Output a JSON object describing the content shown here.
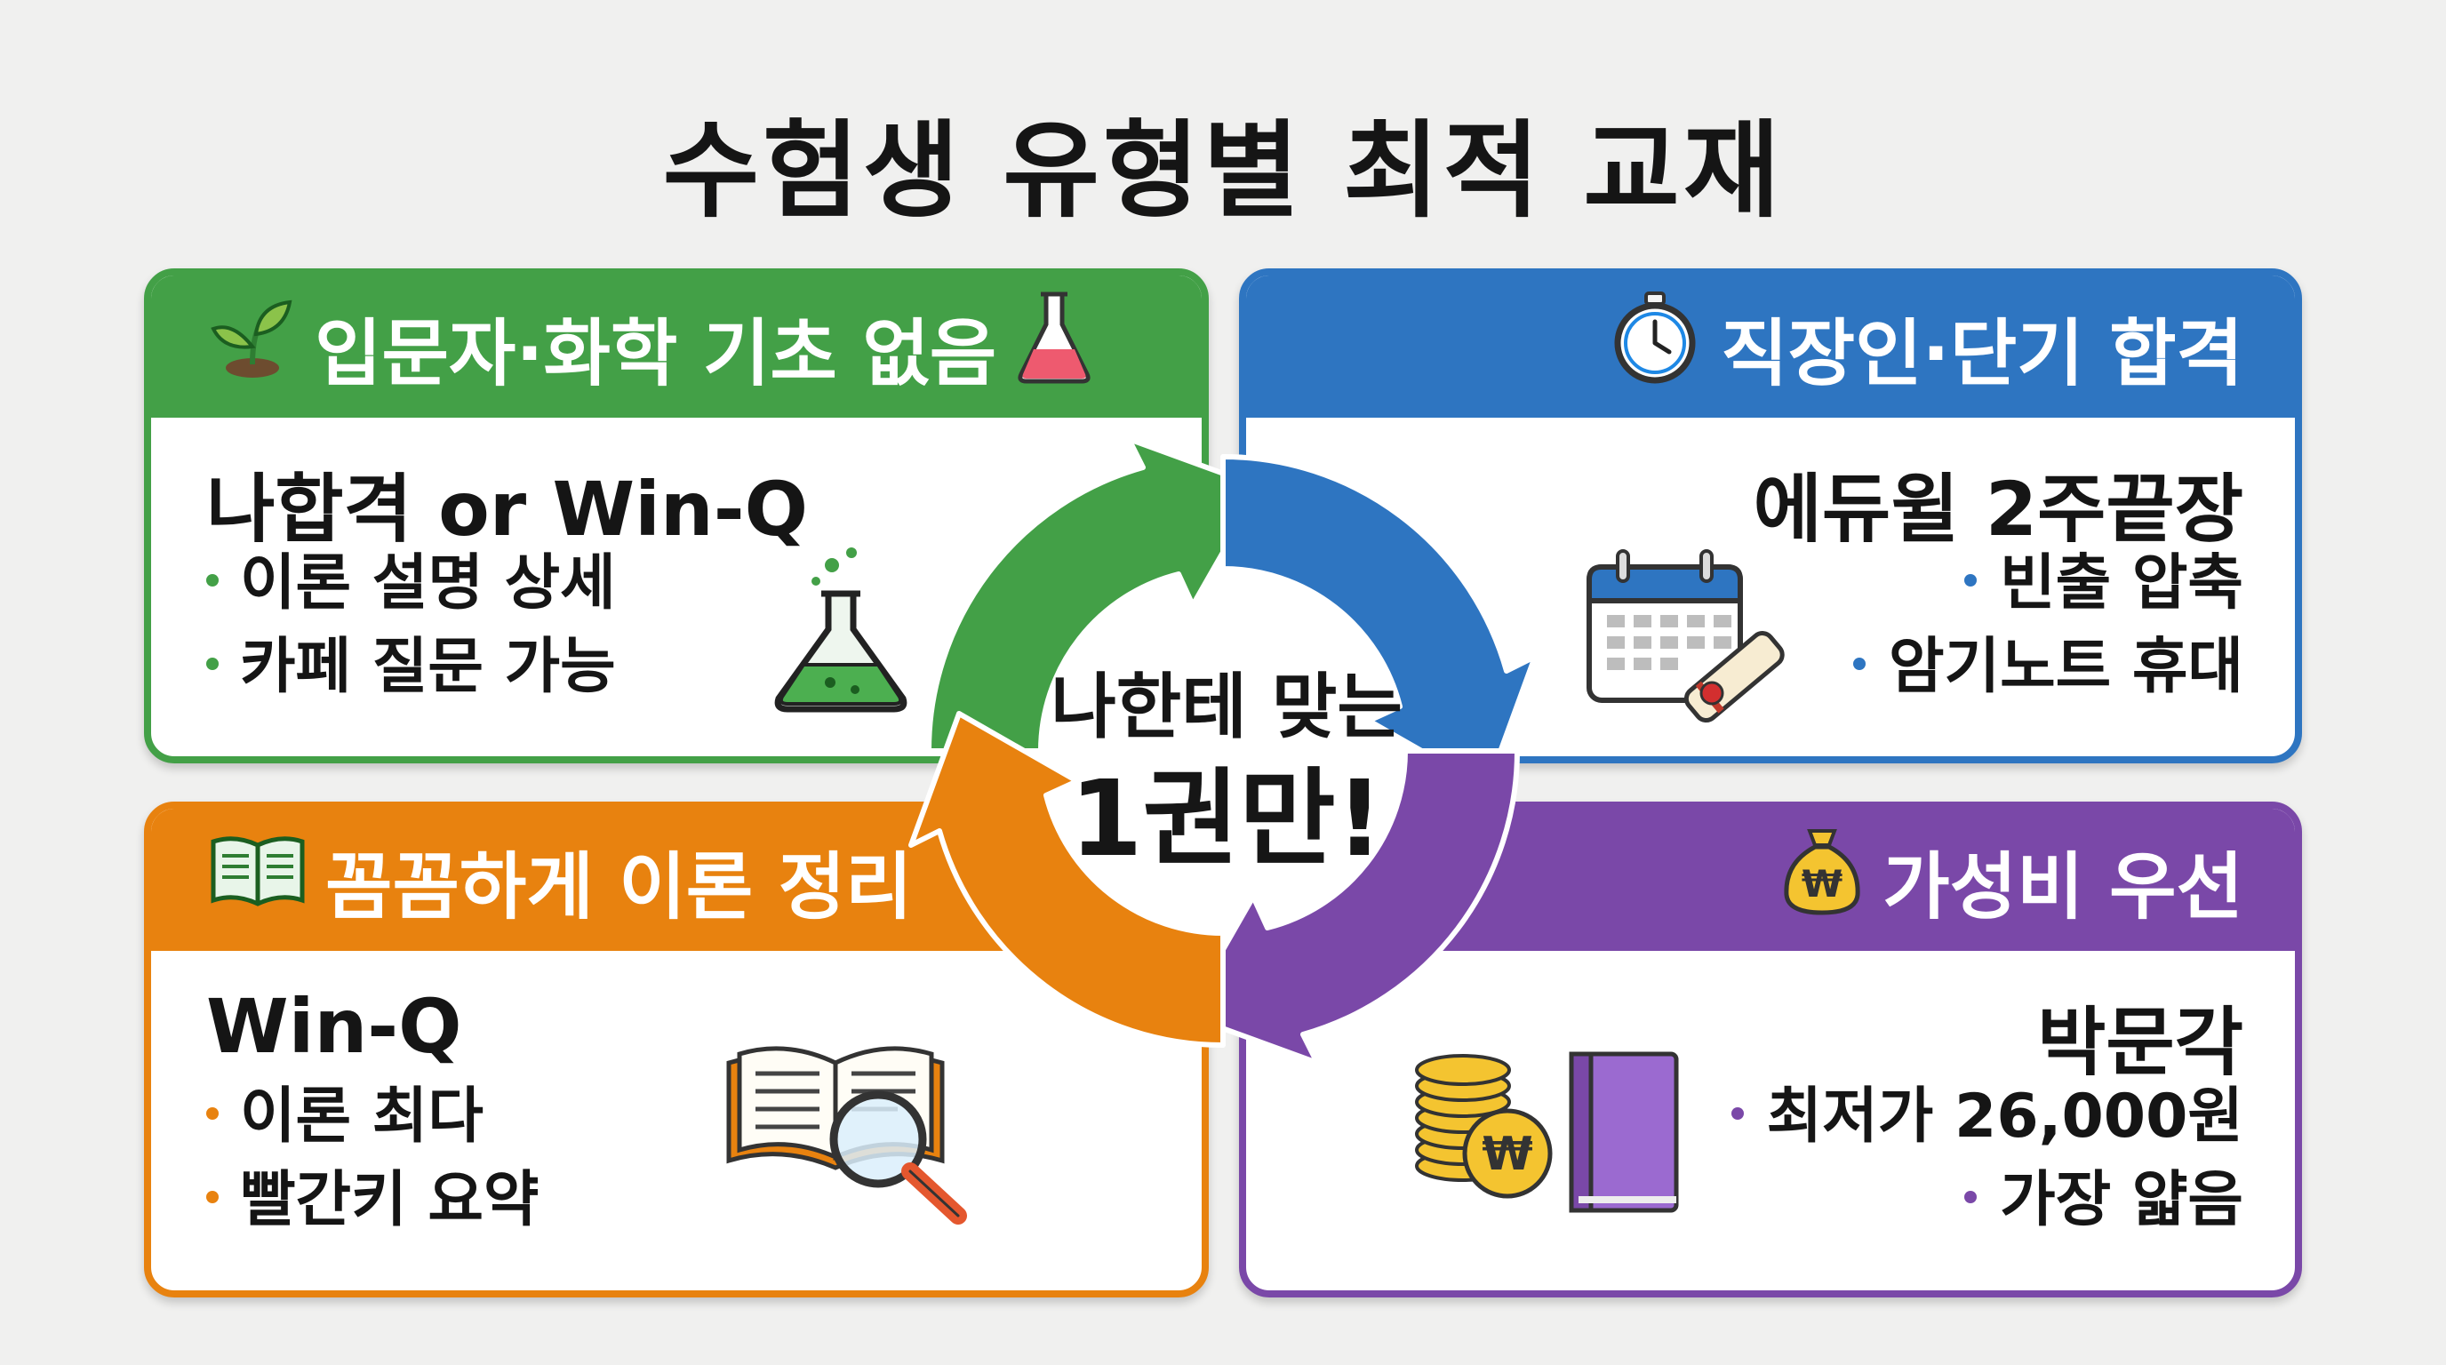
{
  "title": "수험생 유형별 최적 교재",
  "center": {
    "line1": "나한테 맞는",
    "line2": "1권만!"
  },
  "cards": {
    "beginner": {
      "header": "입문자·화학 기초 없음",
      "book": "나합격 or Win-Q",
      "bullets": [
        "이론 설명 상세",
        "카페 질문 가능"
      ],
      "color": "#43a047"
    },
    "worker": {
      "header": "직장인·단기 합격",
      "book": "에듀윌 2주끝장",
      "bullets": [
        "빈출 압축",
        "암기노트 휴대"
      ],
      "color": "#2e75c1"
    },
    "thorough": {
      "header": "꼼꼼하게 이론 정리",
      "book": "Win-Q",
      "bullets": [
        "이론 최다",
        "빨간키 요약"
      ],
      "color": "#e8820f"
    },
    "budget": {
      "header": "가성비 우선",
      "book": "박문각",
      "bullets": [
        "최저가 26,000원",
        "가장 얇음"
      ],
      "color": "#7a48a8",
      "currency_symbol": "₩"
    }
  },
  "icons": {
    "beginner_header": [
      "sprout-icon",
      "flask-icon"
    ],
    "worker_header": [
      "stopwatch-icon"
    ],
    "thorough_header": [
      "book-icon"
    ],
    "budget_header": [
      "money-bag-icon"
    ],
    "beginner_illustration": "bubbling-flask-icon",
    "worker_illustration": "calendar-diploma-icon",
    "thorough_illustration": "book-magnifier-icon",
    "budget_illustration": "coins-book-icon"
  }
}
